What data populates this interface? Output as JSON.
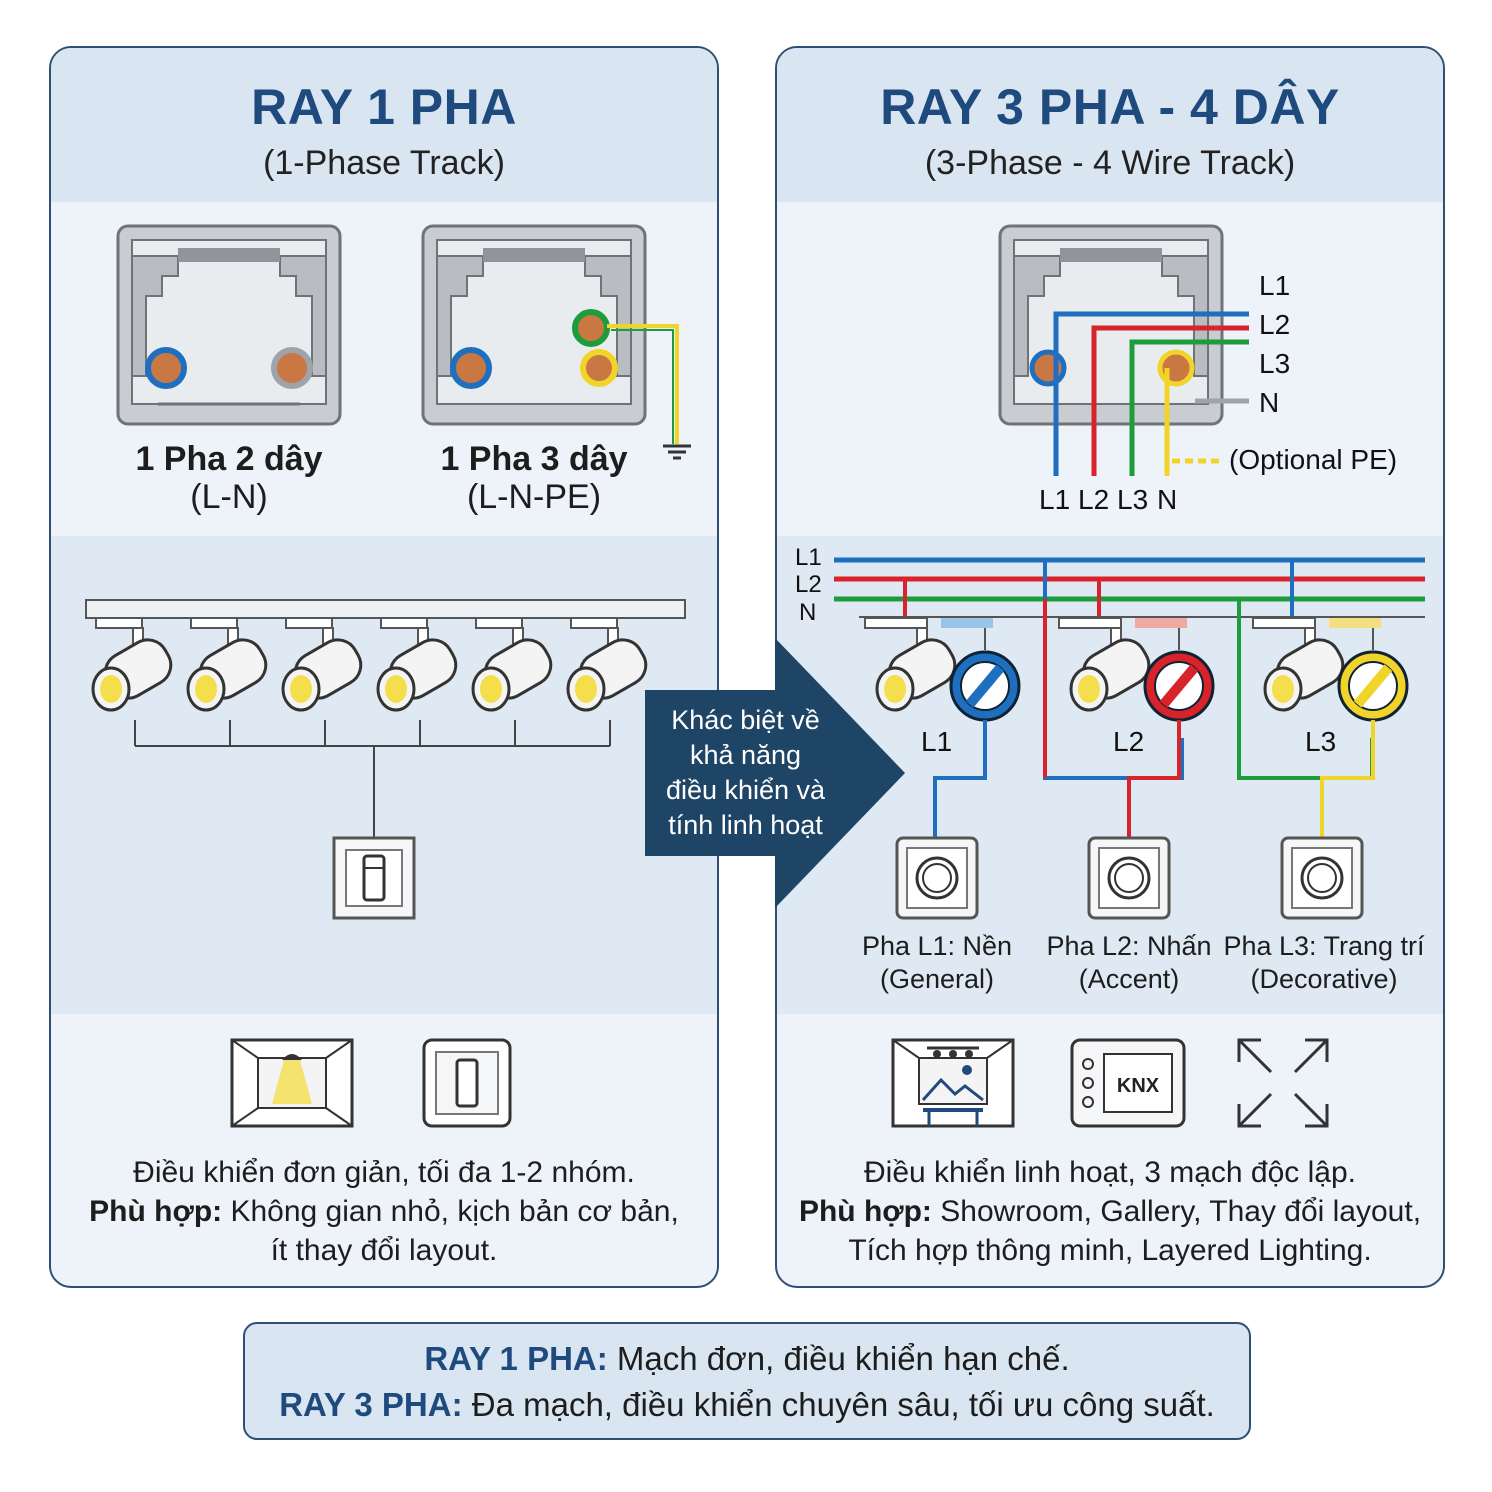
{
  "left": {
    "title": "RAY 1 PHA",
    "subtitle": "(1-Phase Track)",
    "variant_a": {
      "name": "1 Pha 2 dây",
      "code": "(L-N)"
    },
    "variant_b": {
      "name": "1 Pha 3 dây",
      "code": "(L-N-PE)"
    },
    "desc_line1": "Điều khiển đơn giản, tối đa 1-2 nhóm.",
    "desc_bold": "Phù hợp:",
    "desc_line2": " Không gian nhỏ, kịch bản cơ bản,",
    "desc_line3": "ít thay đổi layout."
  },
  "right": {
    "title": "RAY 3 PHA - 4 DÂY",
    "subtitle": "(3-Phase - 4 Wire Track)",
    "wire_labels": [
      "L1",
      "L2",
      "L3",
      "N"
    ],
    "bottom_wire_labels": [
      "L1",
      "L2",
      "L3",
      "N"
    ],
    "optional_pe": "(Optional PE)",
    "bus_labels": [
      "L1",
      "L2",
      "N"
    ],
    "group_labels": [
      "L1",
      "L2",
      "L3"
    ],
    "phases": [
      {
        "line1": "Pha L1: Nền",
        "line2": "(General)"
      },
      {
        "line1": "Pha L2: Nhấn",
        "line2": "(Accent)"
      },
      {
        "line1": "Pha L3: Trang trí",
        "line2": "(Decorative)"
      }
    ],
    "knx_label": "KNX",
    "desc_line1": "Điều khiển linh hoạt, 3 mạch độc lập.",
    "desc_bold": "Phù hợp:",
    "desc_line2": " Showroom, Gallery, Thay đổi layout,",
    "desc_line3": "Tích hợp thông minh, Layered Lighting."
  },
  "center": {
    "line1": "Khác biệt về",
    "line2": "khả năng",
    "line3": "điều khiển và",
    "line4": "tính linh hoạt"
  },
  "summary": {
    "k1": "RAY 1 PHA:",
    "v1": " Mạch đơn, điều khiển hạn chế.",
    "k2": "RAY 3 PHA:",
    "v2": " Đa mạch, điều khiển chuyên sâu, tối ưu công suất."
  },
  "colors": {
    "L1": "#1f6fc1",
    "L2": "#d8232a",
    "L3": "#1e9b3a",
    "N": "#9ea4aa",
    "PE": "#f1d42a",
    "navy": "#1f4a7e",
    "arrow": "#1e4466"
  }
}
